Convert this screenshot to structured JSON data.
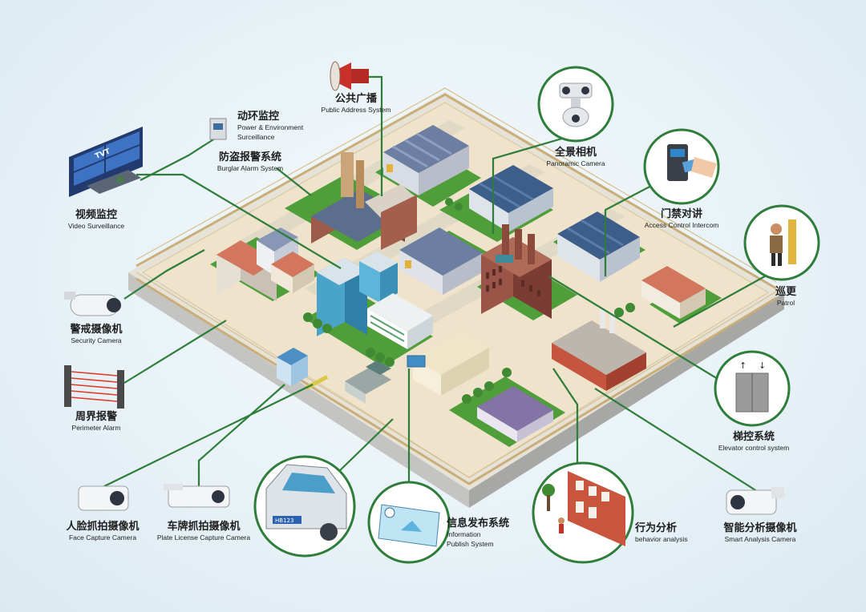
{
  "colors": {
    "line": "#2e7d3a",
    "circle_border": "#2e7d3a",
    "grass": "#4f9e3a",
    "ground": "#efe3cb",
    "brick": "#8c4a3c",
    "roof": "#3e5a86"
  },
  "labels": {
    "public_address": {
      "zh": "公共广播",
      "en": "Public Address System"
    },
    "power_env": {
      "zh": "动环监控",
      "en1": "Power & Environment",
      "en2": "Surceillance"
    },
    "burglar_alarm": {
      "zh": "防盗报警系统",
      "en": "Burglar Alarm System"
    },
    "video_surveillance": {
      "zh": "视频监控",
      "en": "Video Surveillance"
    },
    "panoramic_camera": {
      "zh": "全景相机",
      "en": "Panoramic Camera"
    },
    "access_control": {
      "zh": "门禁对讲",
      "en": "Access Control Intercom"
    },
    "patrol": {
      "zh": "巡更",
      "en": "Patrol"
    },
    "security_camera": {
      "zh": "警戒摄像机",
      "en": "Security Camera"
    },
    "perimeter_alarm": {
      "zh": "周界报警",
      "en": "Perimeter Alarm"
    },
    "elevator_control": {
      "zh": "梯控系统",
      "en": "Elevator control system"
    },
    "face_capture": {
      "zh": "人脸抓拍摄像机",
      "en": "Face Capture Camera"
    },
    "plate_capture": {
      "zh": "车牌抓拍摄像机",
      "en": "Plate License Capture Camera"
    },
    "info_publish": {
      "zh": "信息发布系统",
      "en1": "Information",
      "en2": "Publish System"
    },
    "behavior_analysis": {
      "zh": "行为分析",
      "en": "behavior analysis"
    },
    "smart_analysis": {
      "zh": "智能分析摄像机",
      "en": "Smart Analysis Camera"
    }
  },
  "brand": {
    "logo_text": "TVT",
    "plate_text": "HB123"
  },
  "icons": [
    "video-wall-icon",
    "power-box-icon",
    "speaker-icon",
    "panoramic-camera-icon",
    "access-card-icon",
    "patrol-guard-icon",
    "security-camera-icon",
    "perimeter-beam-icon",
    "elevator-icon",
    "face-camera-icon",
    "plate-camera-icon",
    "car-icon",
    "info-screen-icon",
    "behavior-scene-icon",
    "smart-camera-icon"
  ]
}
